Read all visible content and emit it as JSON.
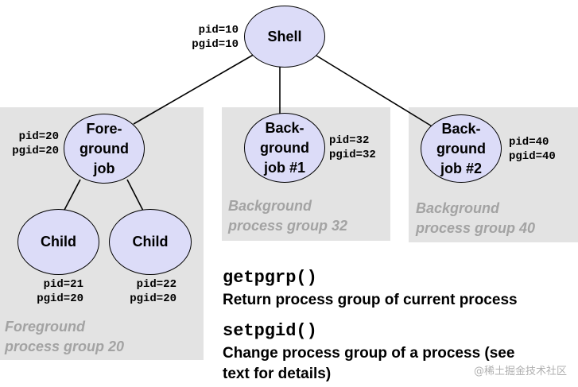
{
  "groups": {
    "foreground": {
      "label_lines": [
        "Foreground",
        "process group 20"
      ]
    },
    "background_32": {
      "label_lines": [
        "Background",
        "process group 32"
      ]
    },
    "background_40": {
      "label_lines": [
        "Background",
        "process group 40"
      ]
    }
  },
  "nodes": {
    "shell": {
      "lines": [
        "Shell"
      ],
      "pid": "pid=10",
      "pgid": "pgid=10"
    },
    "foreground_job": {
      "lines": [
        "Fore-",
        "ground",
        "job"
      ],
      "pid": "pid=20",
      "pgid": "pgid=20"
    },
    "background_job_1": {
      "lines": [
        "Back-",
        "ground",
        "job #1"
      ],
      "pid": "pid=32",
      "pgid": "pgid=32"
    },
    "background_job_2": {
      "lines": [
        "Back-",
        "ground",
        "job #2"
      ],
      "pid": "pid=40",
      "pgid": "pgid=40"
    },
    "child_1": {
      "lines": [
        "Child"
      ],
      "pid": "pid=21",
      "pgid": "pgid=20"
    },
    "child_2": {
      "lines": [
        "Child"
      ],
      "pid": "pid=22",
      "pgid": "pgid=20"
    }
  },
  "edges": [
    {
      "from": "shell",
      "to": "foreground_job"
    },
    {
      "from": "shell",
      "to": "background_job_1"
    },
    {
      "from": "shell",
      "to": "background_job_2"
    },
    {
      "from": "foreground_job",
      "to": "child_1"
    },
    {
      "from": "foreground_job",
      "to": "child_2"
    }
  ],
  "functions": {
    "getpgrp": {
      "name": "getpgrp()",
      "description_lines": [
        "Return process group of current process"
      ]
    },
    "setpgid": {
      "name": "setpgid()",
      "description_lines": [
        "Change process group of a process (see",
        "text for details)"
      ]
    }
  },
  "watermark": "@稀土掘金技术社区",
  "colors": {
    "node_fill": "#dcdcf8",
    "group_fill": "#e3e3e3",
    "group_label": "#a3a3a3"
  }
}
